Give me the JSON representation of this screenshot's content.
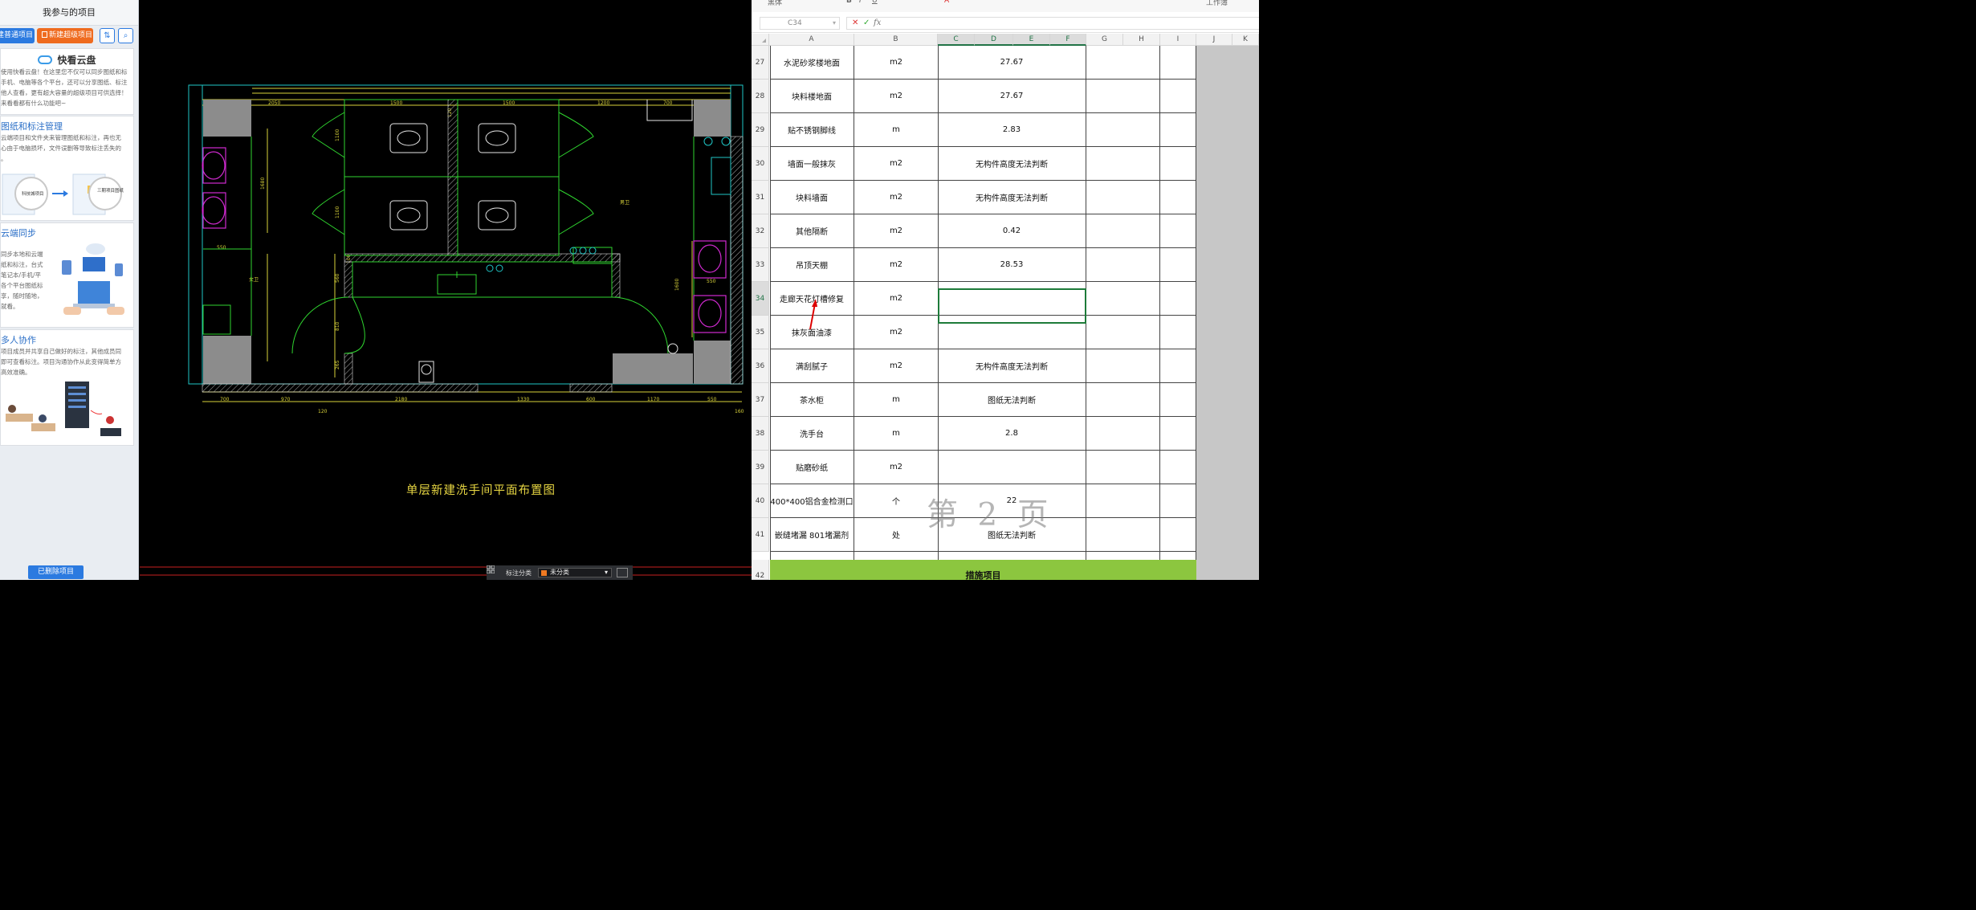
{
  "left_panel": {
    "title": "我参与的项目",
    "btn_normal": "建普通项目",
    "btn_super": "新建超级项目",
    "cloud_title": "快看云盘",
    "cloud_desc": [
      "使用快看云盘！在这里您不仅可以同步图纸和标",
      "手机、电脑等各个平台，还可以分享图纸、标注",
      "他人查看，更有超大容量的超级项目可供选择！",
      "来看看都有什么功能吧~"
    ],
    "sec1_title": "图纸和标注管理",
    "sec1_desc": [
      "云端项目和文件夹来管理图纸和标注，再也无",
      "心由于电脑损坏，文件误删等导致标注丢失的",
      "。"
    ],
    "sec1_img_left": "科技城项目",
    "sec1_img_right": "三期项目图纸",
    "sec2_title": "云端同步",
    "sec2_desc": [
      "同步本地和云端",
      "纸和标注，台式",
      "笔记本/手机/平",
      "各个平台图纸标",
      "享，随时随地，",
      "就看。"
    ],
    "sec3_title": "多人协作",
    "sec3_desc": [
      "项目成员并共享自己做好的标注，其他成员同",
      "即可查看标注。项目沟通协作从此变得简单方",
      "高效准确。"
    ],
    "bottom_btn": "已删除项目"
  },
  "cad": {
    "caption": "单层新建洗手间平面布置图",
    "dims_top": [
      "2050",
      "1500",
      "1500",
      "1200",
      "700"
    ],
    "dims_bottom": [
      "700",
      "970",
      "2180",
      "1330",
      "600",
      "1170",
      "550"
    ],
    "dims_misc": [
      "120",
      "160",
      "550",
      "550",
      "1100",
      "1100",
      "1680",
      "1600",
      "560",
      "810",
      "265",
      "120",
      "100"
    ],
    "room_labels": [
      "女卫",
      "男卫"
    ],
    "status_label": "标注分类",
    "status_select": "未分类"
  },
  "sheet": {
    "namebox": "C34",
    "ribbon_font": "黑体",
    "ribbon_misc": "工作簿",
    "columns": [
      "A",
      "B",
      "C",
      "D",
      "E",
      "F",
      "G",
      "H",
      "I",
      "J",
      "K"
    ],
    "rows": [
      {
        "n": "27",
        "name": "水泥砂浆楼地面",
        "unit": "m2",
        "value": "27.67"
      },
      {
        "n": "28",
        "name": "块料楼地面",
        "unit": "m2",
        "value": "27.67"
      },
      {
        "n": "29",
        "name": "贴不锈钢脚线",
        "unit": "m",
        "value": "2.83"
      },
      {
        "n": "30",
        "name": "墙面一般抹灰",
        "unit": "m2",
        "value": "无构件高度无法判断"
      },
      {
        "n": "31",
        "name": "块料墙面",
        "unit": "m2",
        "value": "无构件高度无法判断"
      },
      {
        "n": "32",
        "name": "其他隔断",
        "unit": "m2",
        "value": "0.42"
      },
      {
        "n": "33",
        "name": "吊顶天棚",
        "unit": "m2",
        "value": "28.53"
      },
      {
        "n": "34",
        "name": "走廊天花灯槽修复",
        "unit": "m2",
        "value": ""
      },
      {
        "n": "35",
        "name": "抹灰面油漆",
        "unit": "m2",
        "value": ""
      },
      {
        "n": "36",
        "name": "满刮腻子",
        "unit": "m2",
        "value": "无构件高度无法判断"
      },
      {
        "n": "37",
        "name": "茶水柜",
        "unit": "m",
        "value": "图纸无法判断"
      },
      {
        "n": "38",
        "name": "洗手台",
        "unit": "m",
        "value": "2.8"
      },
      {
        "n": "39",
        "name": "贴磨砂纸",
        "unit": "m2",
        "value": ""
      },
      {
        "n": "40",
        "name": "400*400铝合金检测口",
        "unit": "个",
        "value": "22"
      },
      {
        "n": "41",
        "name": "嵌缝堵漏 801堵漏剂",
        "unit": "处",
        "value": "图纸无法判断"
      }
    ],
    "row42": {
      "n": "42",
      "label": "措施项目"
    },
    "watermark": "第 2 页"
  }
}
